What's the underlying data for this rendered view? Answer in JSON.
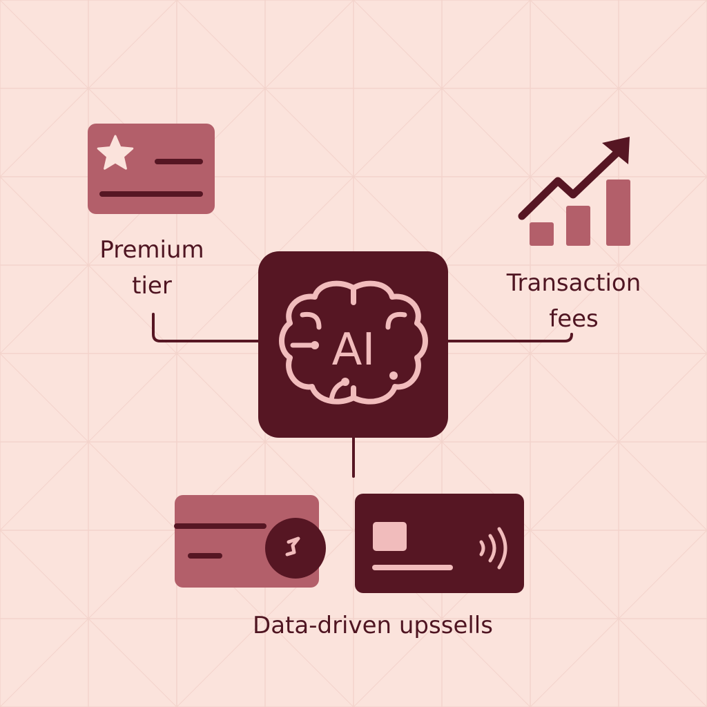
{
  "colors": {
    "background": "#fbe3dc",
    "grid": "#f3d3cb",
    "dark": "#561623",
    "accent": "#b35f6a",
    "light": "#f1bcbc"
  },
  "center": {
    "icon": "ai-brain-icon",
    "text": "AI"
  },
  "nodes": {
    "premium": {
      "icon": "premium-star-card-icon",
      "label_line1": "Premium",
      "label_line2": "tier"
    },
    "transaction": {
      "icon": "growth-chart-icon",
      "label_line1": "Transaction",
      "label_line2": "fees"
    },
    "upsells": {
      "icons": [
        "credit-card-coin-icon",
        "contactless-card-icon"
      ],
      "label": "Data-driven upssells"
    }
  }
}
